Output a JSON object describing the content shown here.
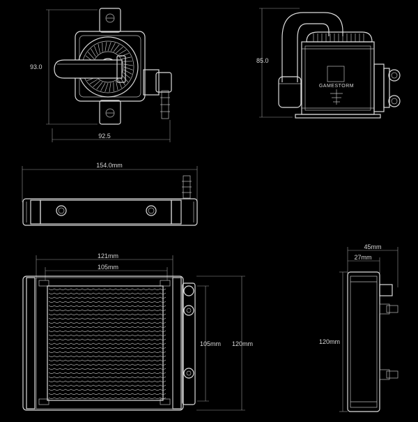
{
  "colors": {
    "background": "#000000",
    "line": "#dcdcdc",
    "dimension": "#9a9a9a"
  },
  "pump_top": {
    "width_dim": "92.5",
    "height_dim": "93.0"
  },
  "pump_side": {
    "height_dim": "85.0",
    "logo_text": "GAMESTORM"
  },
  "radiator_top": {
    "length_dim": "154.0mm"
  },
  "radiator_front": {
    "width_outer": "121mm",
    "width_inner": "105mm",
    "height_inner": "105mm",
    "height_outer": "120mm"
  },
  "radiator_side": {
    "width_outer": "45mm",
    "width_inner": "27mm",
    "height": "120mm"
  }
}
